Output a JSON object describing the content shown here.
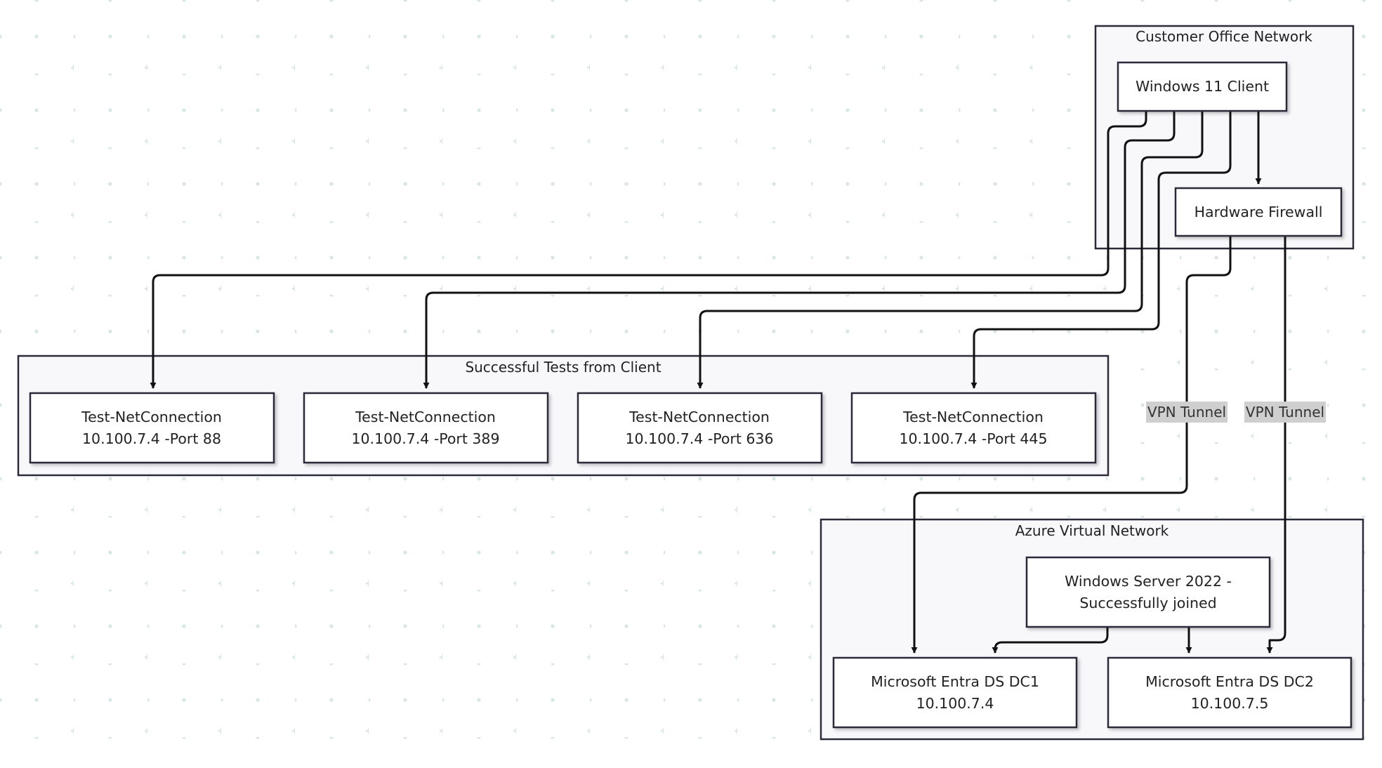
{
  "colors": {
    "background": "#ffffff",
    "grid_dot": "#d8e6e6",
    "group_fill": "#f8f8fb",
    "node_fill": "#ffffff",
    "stroke": "#2b2b3a",
    "edge": "#111111",
    "edge_label_bg": "#cfcfcf"
  },
  "groups": {
    "customer_office": {
      "label": "Customer Office Network"
    },
    "successful_tests": {
      "label": "Successful Tests from Client"
    },
    "azure_vnet": {
      "label": "Azure Virtual Network"
    }
  },
  "nodes": {
    "windows_client": {
      "lines": [
        "Windows 11 Client"
      ]
    },
    "hardware_firewall": {
      "lines": [
        "Hardware Firewall"
      ]
    },
    "test_port_88": {
      "lines": [
        "Test-NetConnection",
        "10.100.7.4 -Port 88"
      ]
    },
    "test_port_389": {
      "lines": [
        "Test-NetConnection",
        "10.100.7.4 -Port 389"
      ]
    },
    "test_port_636": {
      "lines": [
        "Test-NetConnection",
        "10.100.7.4 -Port 636"
      ]
    },
    "test_port_445": {
      "lines": [
        "Test-NetConnection",
        "10.100.7.4 -Port 445"
      ]
    },
    "windows_server": {
      "lines": [
        "Windows Server 2022 -",
        "Successfully joined"
      ]
    },
    "entra_dc1": {
      "lines": [
        "Microsoft Entra DS DC1",
        "10.100.7.4"
      ]
    },
    "entra_dc2": {
      "lines": [
        "Microsoft Entra DS DC2",
        "10.100.7.5"
      ]
    }
  },
  "edges": [
    {
      "from": "windows_client",
      "to": "test_port_88",
      "label": ""
    },
    {
      "from": "windows_client",
      "to": "test_port_389",
      "label": ""
    },
    {
      "from": "windows_client",
      "to": "test_port_636",
      "label": ""
    },
    {
      "from": "windows_client",
      "to": "test_port_445",
      "label": ""
    },
    {
      "from": "windows_client",
      "to": "hardware_firewall",
      "label": ""
    },
    {
      "from": "hardware_firewall",
      "to": "entra_dc1",
      "label": "VPN Tunnel"
    },
    {
      "from": "hardware_firewall",
      "to": "entra_dc2",
      "label": "VPN Tunnel"
    },
    {
      "from": "windows_server",
      "to": "entra_dc1",
      "label": ""
    },
    {
      "from": "windows_server",
      "to": "entra_dc2",
      "label": ""
    }
  ]
}
